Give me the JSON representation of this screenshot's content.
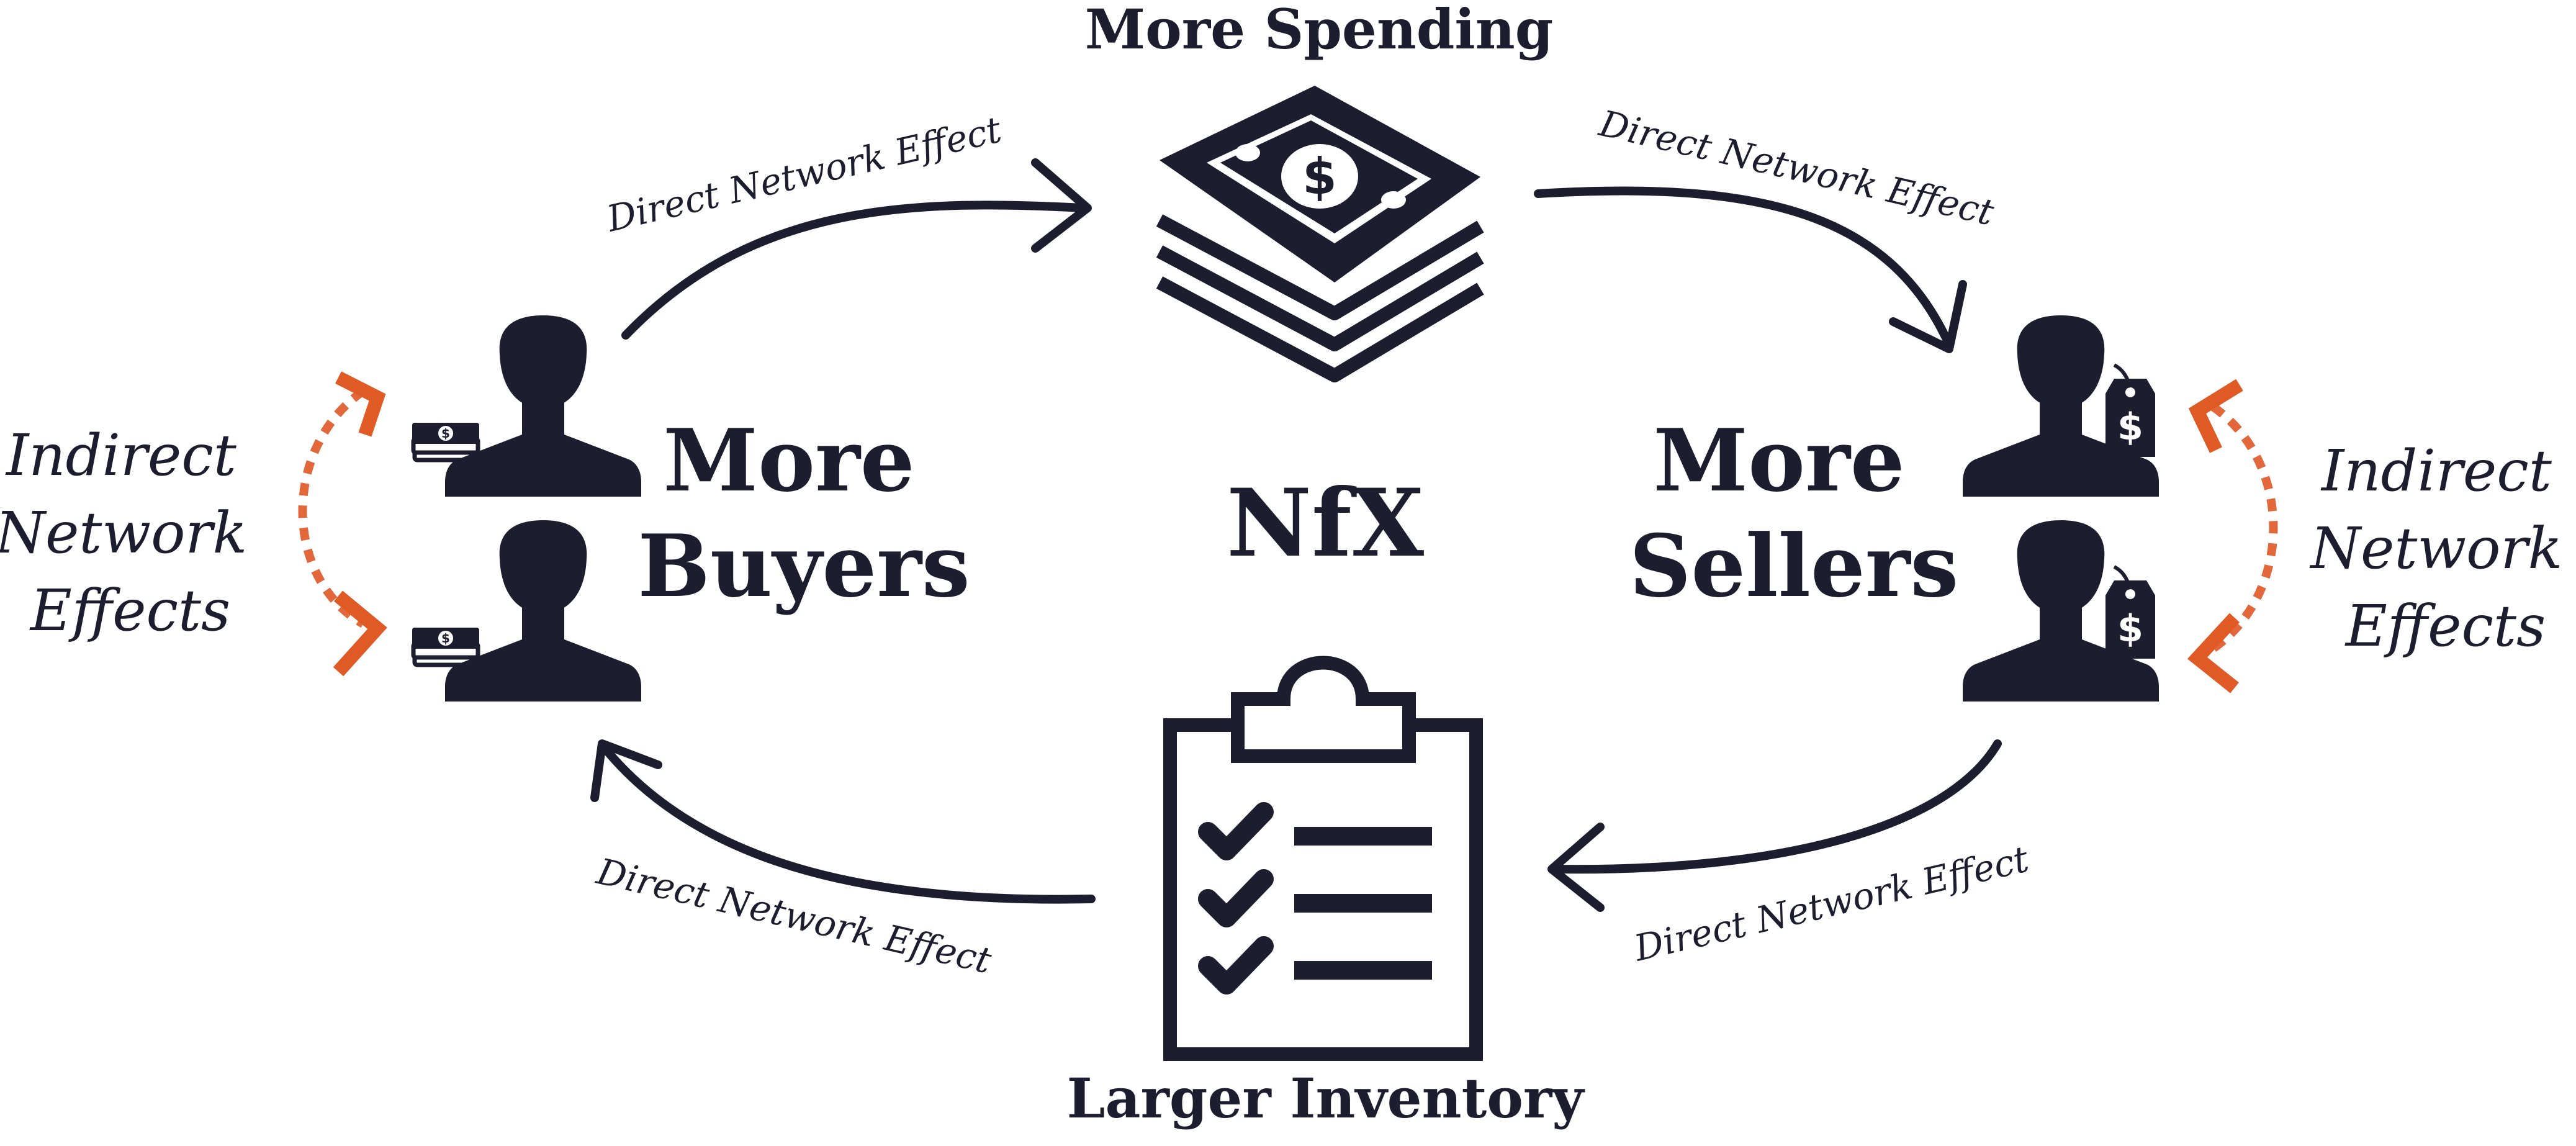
{
  "diagram": {
    "top_label": "More Spending",
    "bottom_label": "Larger Inventory",
    "left_label": [
      "More",
      "Buyers"
    ],
    "right_label": [
      "More",
      "Sellers"
    ],
    "edge_label": "Direct Network Effect",
    "indirect_label": [
      "Indirect",
      "Network",
      "Effects"
    ],
    "logo": "NfX",
    "colors": {
      "ink": "#1c1e30",
      "accent": "#e05a25",
      "accent_dotted": "#e2673a"
    },
    "icons": {
      "top": "money-stack-icon",
      "bottom": "clipboard-checklist-icon",
      "buyer": "person-with-cash-icon",
      "seller": "person-with-price-tag-icon"
    }
  }
}
